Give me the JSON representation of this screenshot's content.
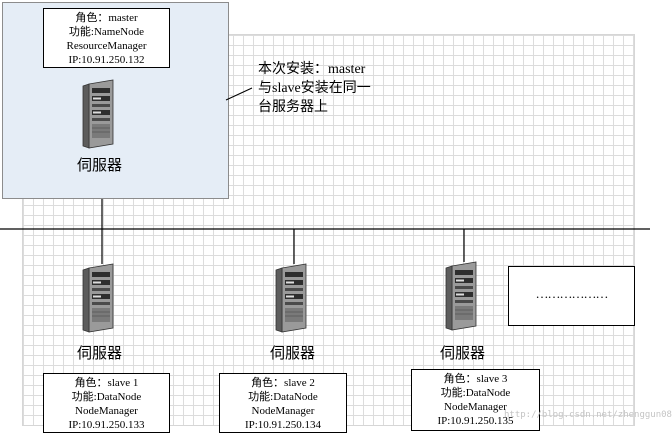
{
  "master": {
    "role": "角色：master",
    "function": "功能:NameNode",
    "function2": "ResourceManager",
    "ip": "IP:10.91.250.132",
    "server_label": "伺服器"
  },
  "note": {
    "line1": "本次安装：master",
    "line2": "与slave安装在同一",
    "line3": "台服务器上"
  },
  "slaves": [
    {
      "role": "角色：slave 1",
      "function": "功能:DataNode",
      "function2": "NodeManager",
      "ip": "IP:10.91.250.133",
      "server_label": "伺服器"
    },
    {
      "role": "角色：slave 2",
      "function": "功能:DataNode",
      "function2": "NodeManager",
      "ip": "IP:10.91.250.134",
      "server_label": "伺服器"
    },
    {
      "role": "角色：slave 3",
      "function": "功能:DataNode",
      "function2": "NodeManager",
      "ip": "IP:10.91.250.135",
      "server_label": "伺服器"
    }
  ],
  "ellipsis_box": "………………",
  "watermark": "http://blog.csdn.net/zhenggun08"
}
